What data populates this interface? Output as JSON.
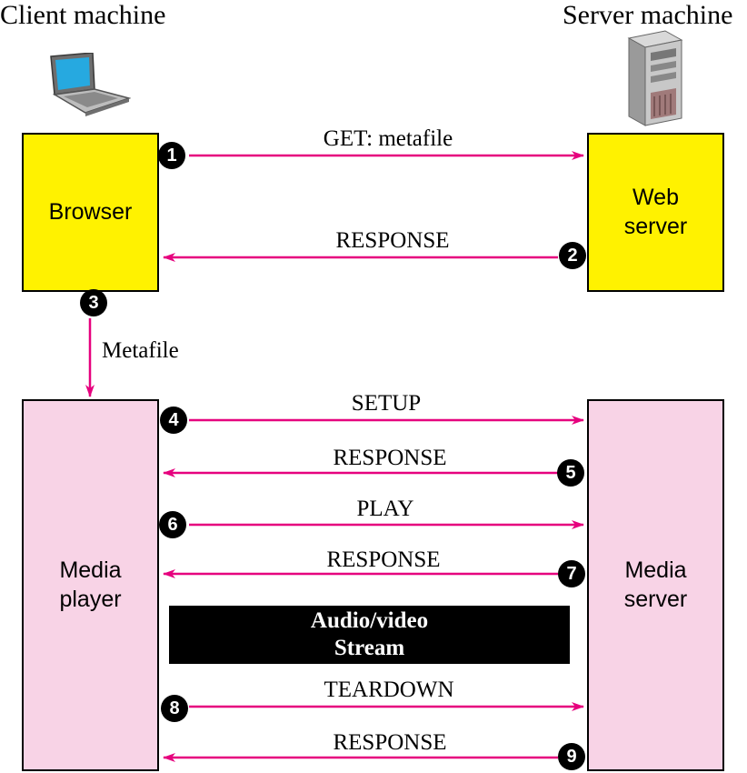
{
  "headers": {
    "client": "Client machine",
    "server": "Server machine"
  },
  "boxes": {
    "browser": "Browser",
    "web_server_line1": "Web",
    "web_server_line2": "server",
    "media_player_line1": "Media",
    "media_player_line2": "player",
    "media_server_line1": "Media",
    "media_server_line2": "server"
  },
  "messages": {
    "get": "GET: metafile",
    "response1": "RESPONSE",
    "metafile": "Metafile",
    "setup": "SETUP",
    "response2": "RESPONSE",
    "play": "PLAY",
    "response3": "RESPONSE",
    "teardown": "TEARDOWN",
    "response4": "RESPONSE"
  },
  "stream": {
    "line1": "Audio/video",
    "line2": "Stream"
  },
  "steps": [
    "1",
    "2",
    "3",
    "4",
    "5",
    "6",
    "7",
    "8",
    "9"
  ],
  "colors": {
    "arrow": "#e6007e",
    "browser_fill": "#fff200",
    "media_fill": "#f8d3e6"
  },
  "icons": {
    "client": "laptop-icon",
    "server": "server-tower-icon"
  }
}
